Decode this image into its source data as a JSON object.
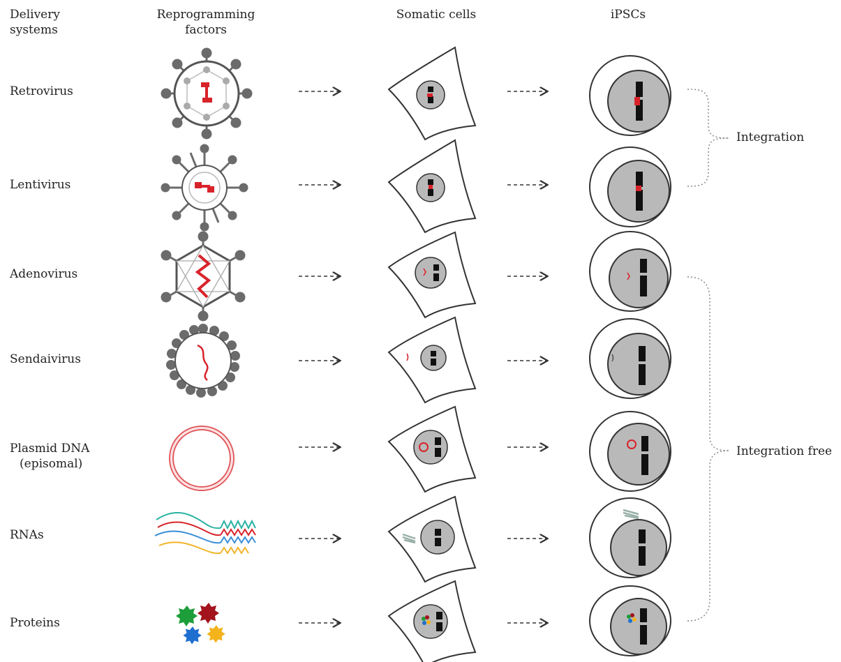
{
  "headers": {
    "delivery": [
      "Delivery",
      "systems"
    ],
    "factors": [
      "Reprogramming",
      "factors"
    ],
    "somatic": "Somatic cells",
    "ipscs": "iPSCs"
  },
  "rows": [
    {
      "label": [
        "Retrovirus"
      ],
      "icon": "retrovirus-icon"
    },
    {
      "label": [
        "Lentivirus"
      ],
      "icon": "lentivirus-icon"
    },
    {
      "label": [
        "Adenovirus"
      ],
      "icon": "adenovirus-icon"
    },
    {
      "label": [
        "Sendaivirus"
      ],
      "icon": "sendaivirus-icon"
    },
    {
      "label": [
        "Plasmid DNA",
        "(episomal)"
      ],
      "icon": "plasmid-icon"
    },
    {
      "label": [
        "RNAs"
      ],
      "icon": "rna-icon"
    },
    {
      "label": [
        "Proteins"
      ],
      "icon": "protein-icon"
    }
  ],
  "groups": {
    "integration": "Integration",
    "integration_free": "Integration free"
  },
  "colors": {
    "vector": "#d8232a",
    "virus_gray": "#6b6b6b",
    "nucleus": "#b9b9b9",
    "chromosome": "#111111",
    "rna": [
      "#2bb3a4",
      "#d8232a",
      "#3a8fd8",
      "#f0b429"
    ],
    "proteins": [
      "#1e9e3a",
      "#a3141c",
      "#1f6fd1",
      "#f2b31b"
    ]
  }
}
